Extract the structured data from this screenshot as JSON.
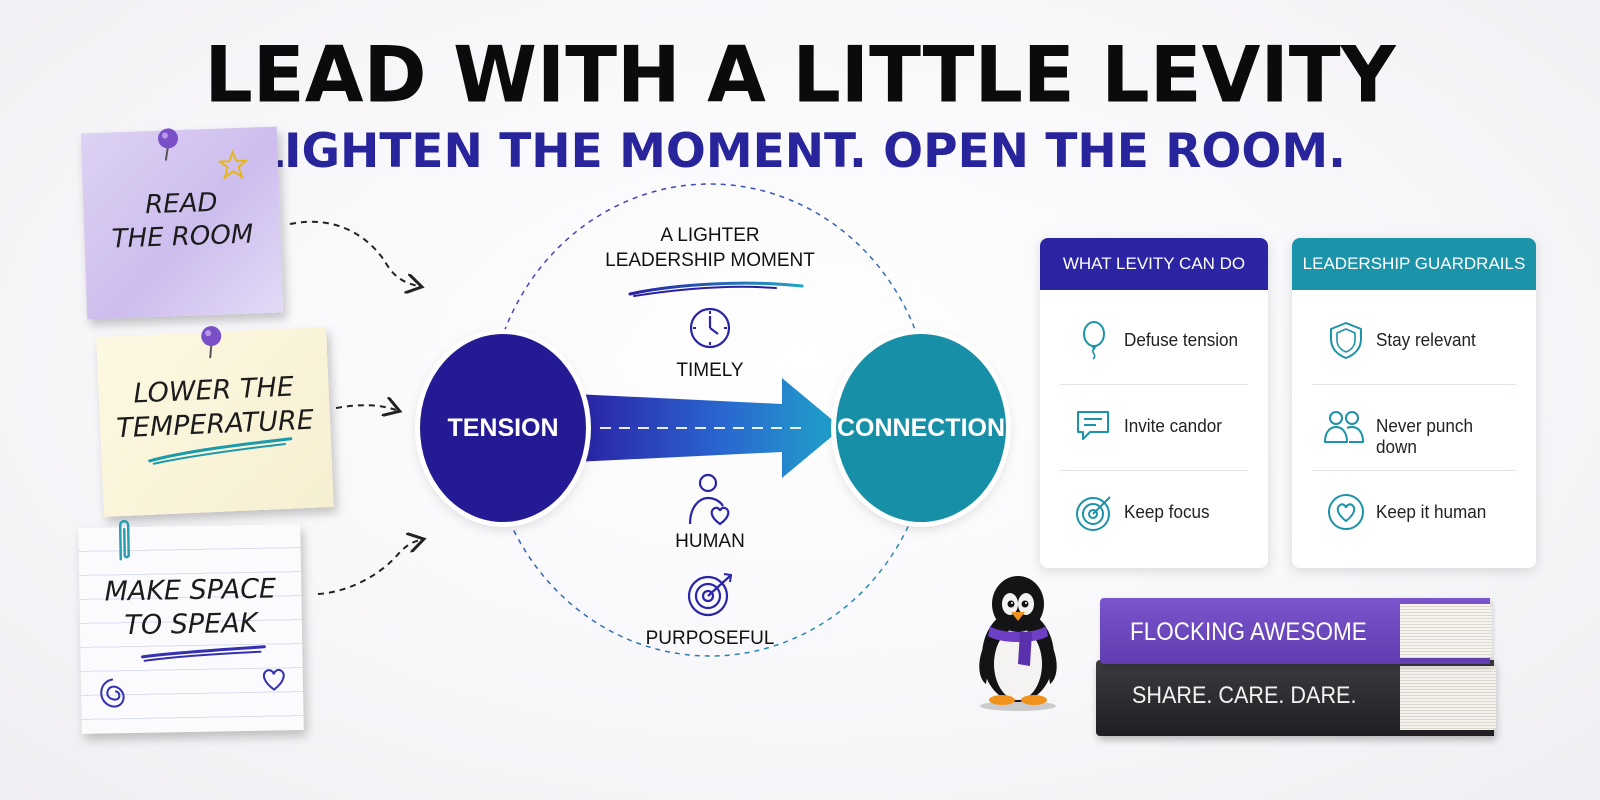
{
  "title": "LEAD WITH A LITTLE LEVITY",
  "subtitle": "LIGHTEN THE MOMENT. OPEN THE ROOM.",
  "notes": [
    {
      "line1": "READ",
      "line2": "THE ROOM"
    },
    {
      "line1": "LOWER THE",
      "line2": "TEMPERATURE"
    },
    {
      "line1": "MAKE SPACE",
      "line2": "TO SPEAK"
    }
  ],
  "diagram": {
    "moment_line1": "A LIGHTER",
    "moment_line2": "LEADERSHIP MOMENT",
    "start_label": "TENSION",
    "end_label": "CONNECTION",
    "qualities": [
      "TIMELY",
      "HUMAN",
      "PURPOSEFUL"
    ]
  },
  "cards": [
    {
      "header": "WHAT LEVITY CAN DO",
      "color": "#2b25a3",
      "items": [
        "Defuse tension",
        "Invite candor",
        "Keep focus"
      ]
    },
    {
      "header": "LEADERSHIP GUARDRAILS",
      "color": "#1b93a8",
      "items": [
        "Stay relevant",
        "Never punch down",
        "Keep it human"
      ]
    }
  ],
  "books": {
    "top": "FLOCKING AWESOME",
    "bottom": "SHARE. CARE. DARE."
  },
  "colors": {
    "navy": "#28209a",
    "teal": "#1b93a8",
    "purple": "#6a4bb8"
  }
}
